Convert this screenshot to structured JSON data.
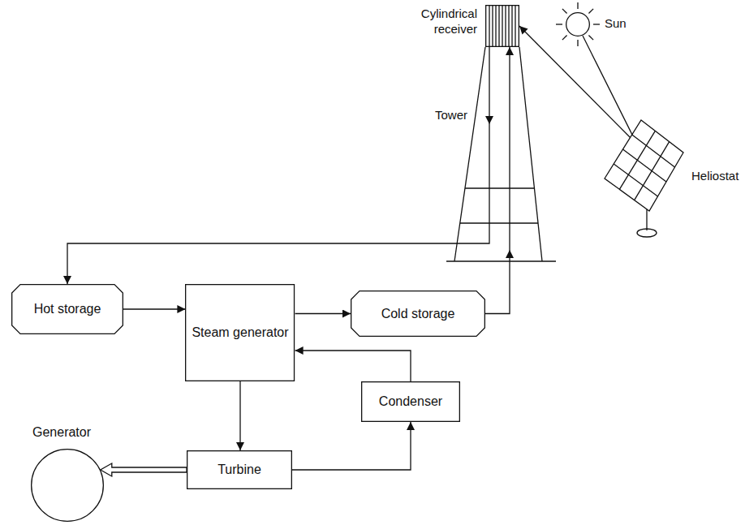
{
  "diagram": {
    "nodes": [
      {
        "text": [
          "Cylindrical receiver"
        ]
      },
      {
        "text": [
          "Sun"
        ]
      },
      {
        "text": [
          "Heliostat"
        ]
      },
      {
        "text": [
          "Hot storage"
        ]
      },
      {
        "text": [
          "Steam generator"
        ]
      },
      {
        "text": [
          "Cold storage"
        ]
      },
      {
        "text": [
          "Condenser"
        ]
      },
      {
        "text": [
          "Generator"
        ]
      },
      {
        "text": [
          "Turbine"
        ]
      }
    ],
    "edges": [
      {
        "from": 1,
        "to": 2,
        "arrow": "to"
      },
      {
        "from": 2,
        "to": 0,
        "arrow": "to"
      },
      {
        "from": 0,
        "to": 3,
        "arrow": "to"
      },
      {
        "from": 3,
        "to": 4,
        "arrow": "to"
      },
      {
        "from": 4,
        "to": 5,
        "arrow": "to"
      },
      {
        "from": 5,
        "to": 0,
        "arrow": "to"
      },
      {
        "from": 4,
        "to": 8,
        "arrow": "to"
      },
      {
        "from": 8,
        "to": 6,
        "arrow": "to"
      },
      {
        "from": 6,
        "to": 4,
        "arrow": "to"
      },
      {
        "from": 8,
        "to": 7,
        "arrow": "to"
      }
    ],
    "labels": [
      "Tower"
    ]
  }
}
